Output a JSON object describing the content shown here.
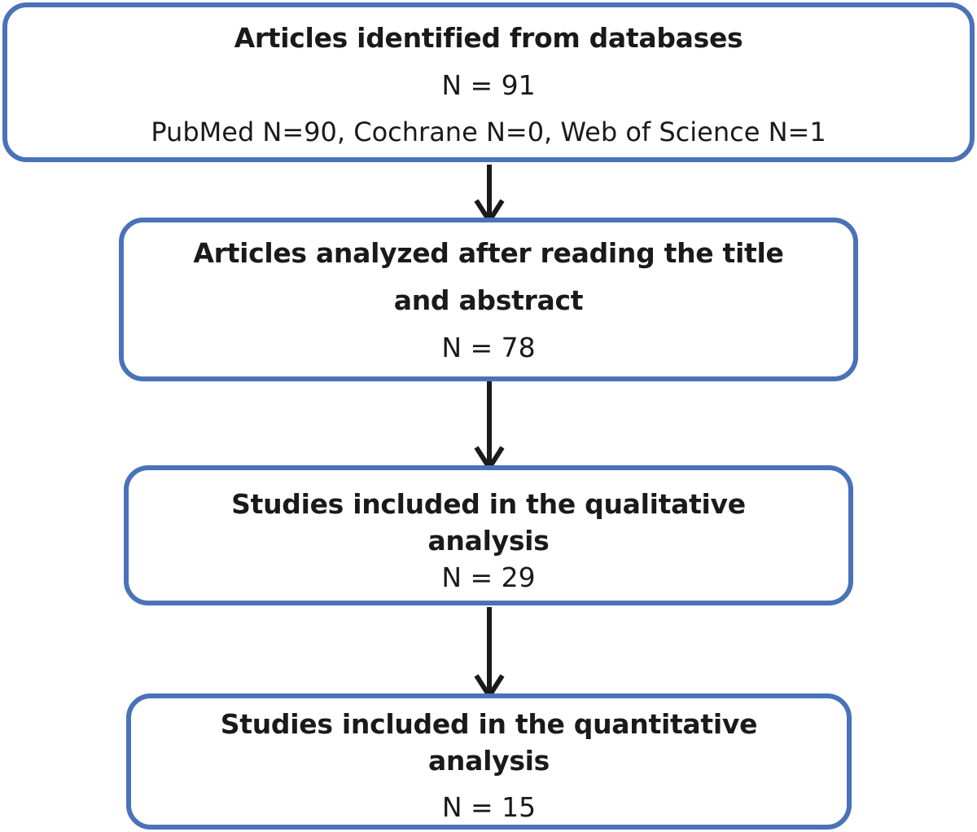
{
  "boxes": [
    {
      "title_lines": [
        "Articles identified from databases"
      ],
      "count": "N = 91",
      "detail": "PubMed N=90, Cochrane N=0, Web of Science N=1"
    },
    {
      "title_lines": [
        "Articles analyzed after reading the title",
        "and abstract"
      ],
      "count": "N = 78"
    },
    {
      "title_lines": [
        "Studies included in the qualitative",
        "analysis"
      ],
      "count": "N = 29"
    },
    {
      "title_lines": [
        "Studies included in the quantitative",
        "analysis"
      ],
      "count": "N = 15"
    }
  ],
  "colors": {
    "box_border": "#4a72b8",
    "arrow": "#1a1a1a",
    "text": "#1a1a1a"
  }
}
